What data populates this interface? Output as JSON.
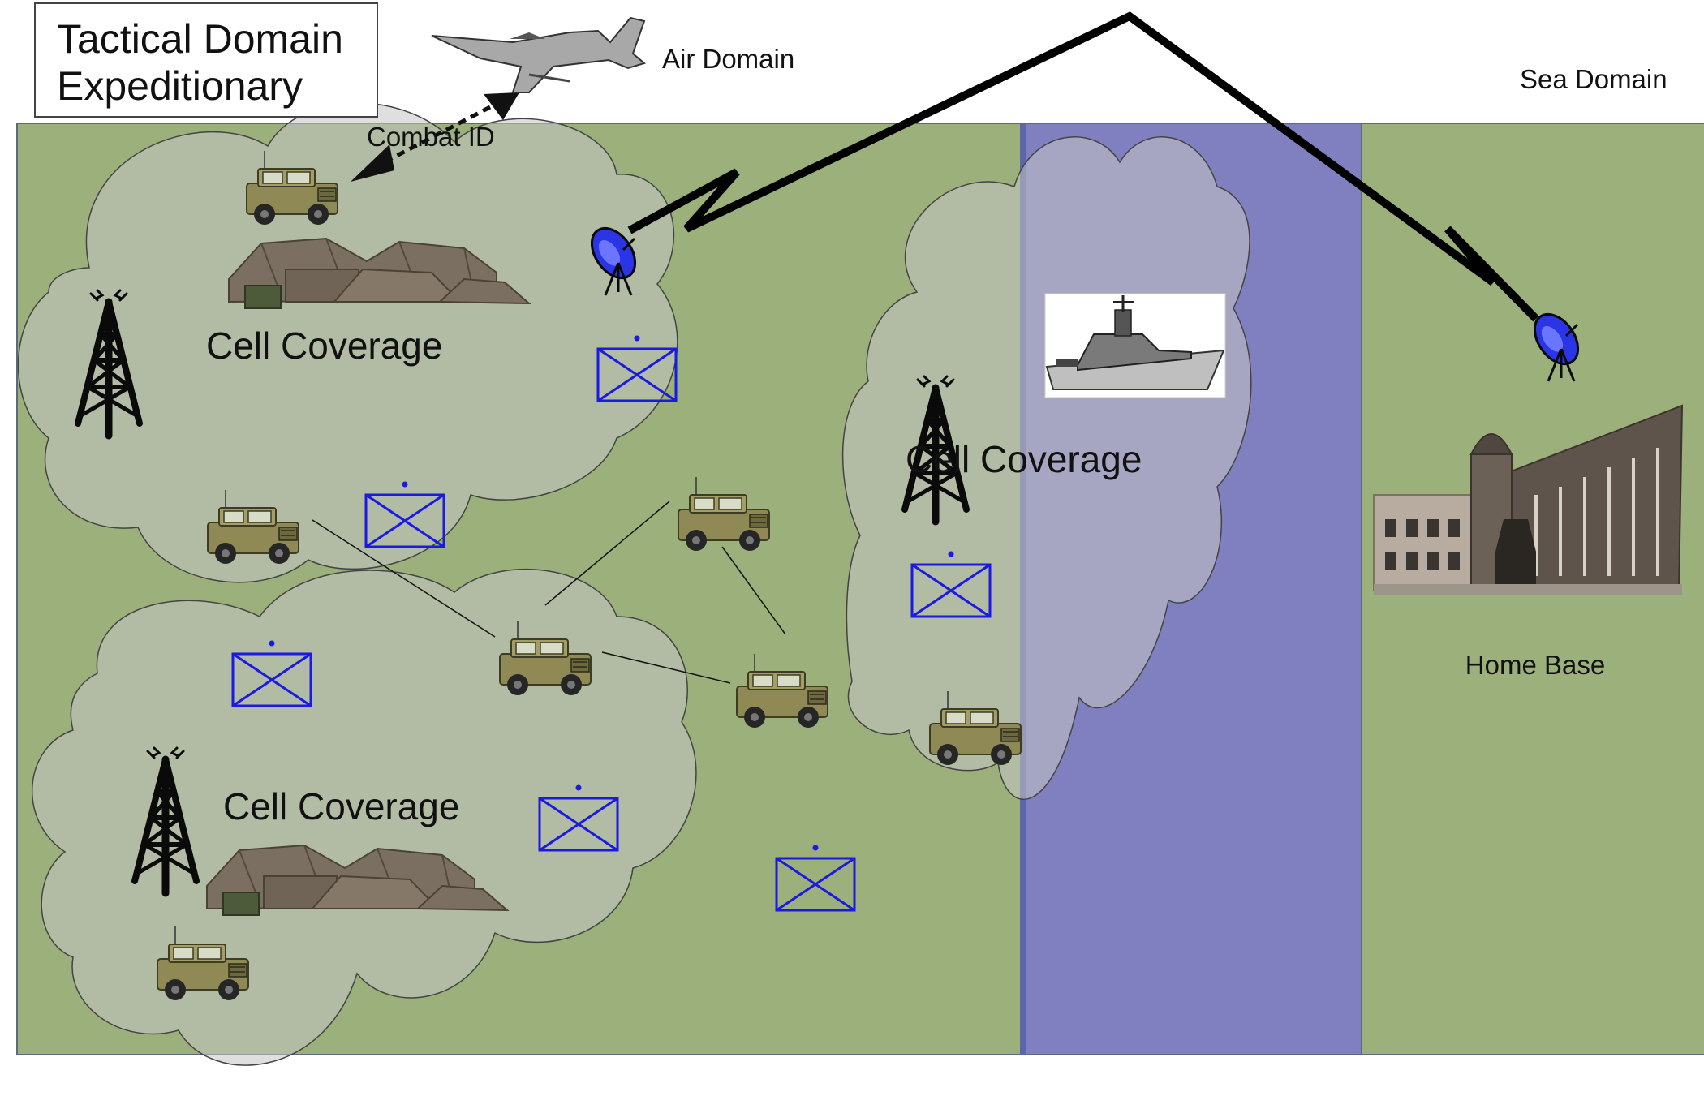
{
  "title": {
    "line1": "Tactical Domain",
    "line2": "Expeditionary"
  },
  "labels": {
    "air_domain": "Air Domain",
    "sea_domain": "Sea Domain",
    "combat_id": "Combat ID",
    "home_base": "Home Base"
  },
  "cells": [
    {
      "label": "Cell Coverage"
    },
    {
      "label": "Cell Coverage"
    },
    {
      "label": "Cell Coverage"
    }
  ],
  "colors": {
    "land": "#9bb07b",
    "sea": "#8080c0",
    "cloud": "#c0c0c0",
    "unit_symbol": "#1a1ae0",
    "link": "#000000"
  },
  "icons": [
    "fighter-jet-icon",
    "humvee-icon",
    "tent-camp-icon",
    "radio-tower-icon",
    "satellite-dish-icon",
    "warship-icon",
    "government-building-icon",
    "unit-symbol-icon"
  ]
}
